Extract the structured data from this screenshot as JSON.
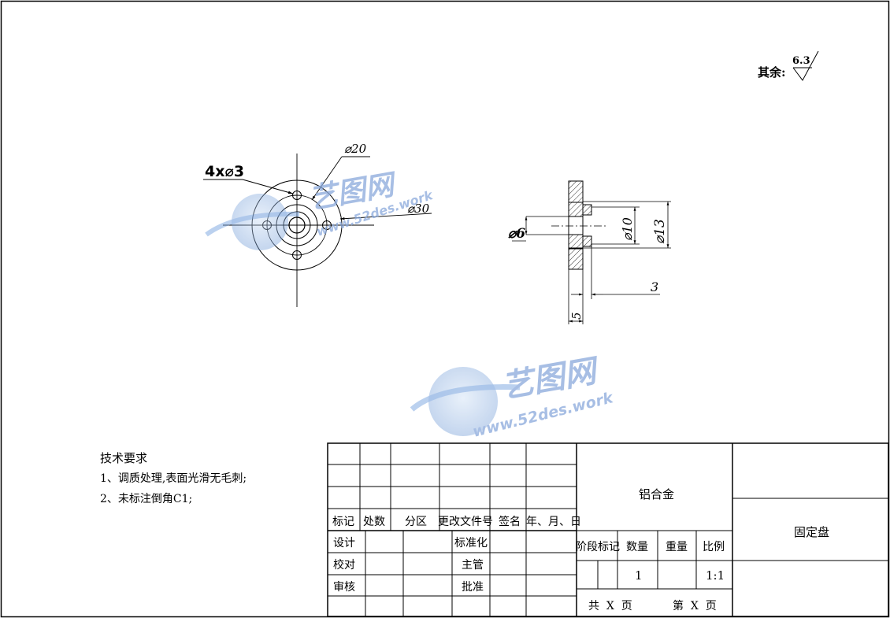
{
  "roughness": {
    "label": "其余:",
    "value": "6.3"
  },
  "views": {
    "front": {
      "holes_label": "4x⌀3",
      "d20": "⌀20",
      "d30": "⌀30"
    },
    "side": {
      "d6": "⌀6",
      "d10": "⌀10",
      "d13": "⌀13",
      "len3": "3",
      "len5": "5"
    }
  },
  "watermark": {
    "logo_text": "艺图网",
    "url": "www.52des.work"
  },
  "tech_requirements": {
    "title": "技术要求",
    "items": [
      "1、调质处理,表面光滑无毛刺;",
      "2、未标注倒角C1;"
    ]
  },
  "title_block": {
    "revision_headers": [
      "标记",
      "处数",
      "分区",
      "更改文件号",
      "签名",
      "年、月、日"
    ],
    "roles_left": [
      "设计",
      "校对",
      "审核"
    ],
    "roles_right": [
      "标准化",
      "主管",
      "批准"
    ],
    "material": "铝合金",
    "part_name": "固定盘",
    "stage_headers": [
      "阶段标记",
      "数量",
      "重量",
      "比例"
    ],
    "quantity": "1",
    "scale": "1:1",
    "total_pages": "共  X  页",
    "page_no": "第  X  页"
  }
}
